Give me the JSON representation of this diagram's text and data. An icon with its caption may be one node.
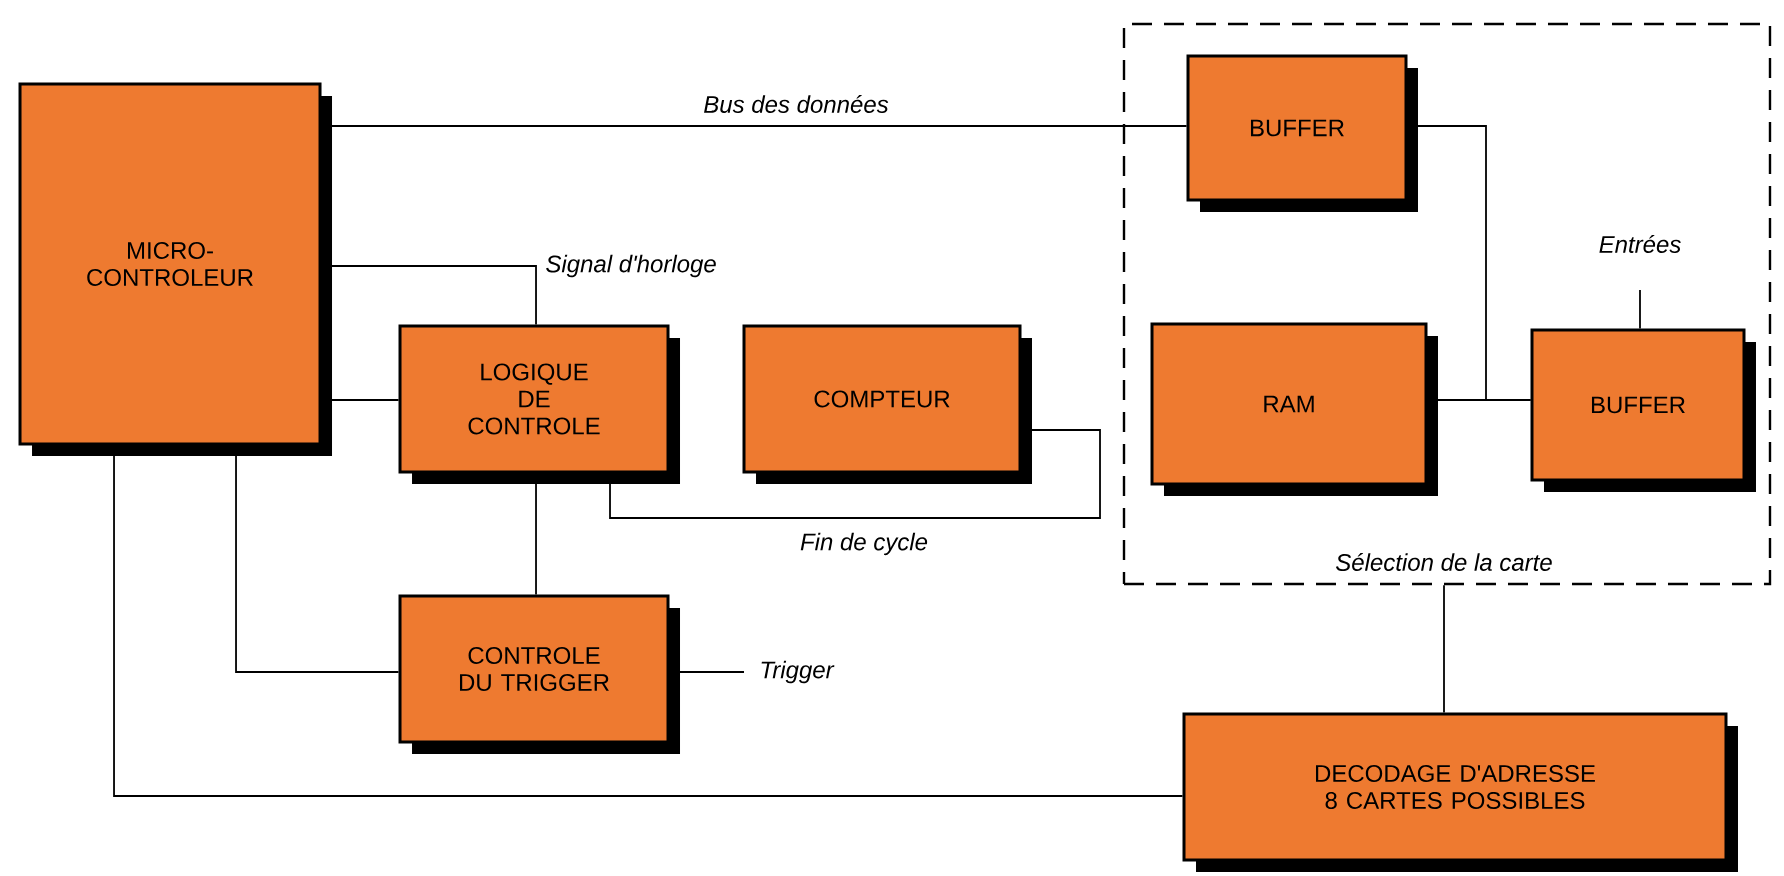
{
  "diagram": {
    "nodes": [
      {
        "text": [
          "MICRO-CONTROLEUR"
        ]
      },
      {
        "text": [
          "LOGIQUE DE CONTROLE"
        ]
      },
      {
        "text": [
          "COMPTEUR"
        ]
      },
      {
        "text": [
          "CONTROLE DU TRIGGER"
        ]
      },
      {
        "text": [],
        "shape": "box"
      },
      {
        "text": [
          "BUFFER"
        ],
        "in": 4
      },
      {
        "text": [
          "RAM"
        ],
        "in": 4
      },
      {
        "text": [
          "BUFFER"
        ],
        "in": 4
      },
      {
        "text": [
          "DECODAGE D'ADRESSE 8 CARTES POSSIBLES"
        ]
      }
    ],
    "edges": [
      {
        "from": 0,
        "to": 5,
        "arrow": "none",
        "label": "Bus des données"
      },
      {
        "from": 0,
        "to": 1,
        "arrow": "none",
        "label": "Signal d'horloge"
      },
      {
        "from": 0,
        "to": 1,
        "arrow": "none"
      },
      {
        "from": 0,
        "to": 3,
        "arrow": "none"
      },
      {
        "from": 0,
        "to": 8,
        "arrow": "none"
      },
      {
        "from": 1,
        "to": 3,
        "arrow": "none"
      },
      {
        "from": 2,
        "to": 1,
        "arrow": "none",
        "label": "Fin de cycle"
      },
      {
        "from": 3,
        "to": null,
        "arrow": "none",
        "label": "Trigger"
      },
      {
        "from": 5,
        "to": 7,
        "arrow": "none"
      },
      {
        "from": 6,
        "to": 7,
        "arrow": "none"
      },
      {
        "from": null,
        "to": 7,
        "arrow": "none",
        "label": "Entrées"
      },
      {
        "from": 8,
        "to": 4,
        "arrow": "none",
        "label": "Sélection de la carte"
      }
    ]
  }
}
